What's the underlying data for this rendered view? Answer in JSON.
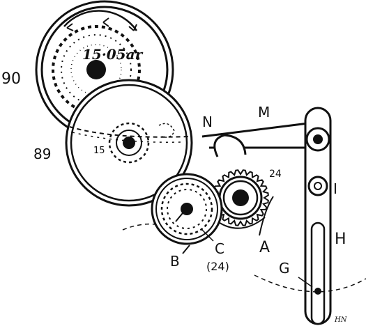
{
  "diagram": {
    "labels": {
      "n90": "90",
      "n89": "89",
      "n15": "15",
      "n24": "24",
      "ring": "15·05ar",
      "N": "N",
      "M": "M",
      "I": "I",
      "H": "H",
      "G": "G",
      "A": "A",
      "B": "B",
      "C": "C",
      "C_sub": "(24)",
      "signature": "HN"
    },
    "colors": {
      "ink": "#111111",
      "paper": "#ffffff"
    }
  }
}
